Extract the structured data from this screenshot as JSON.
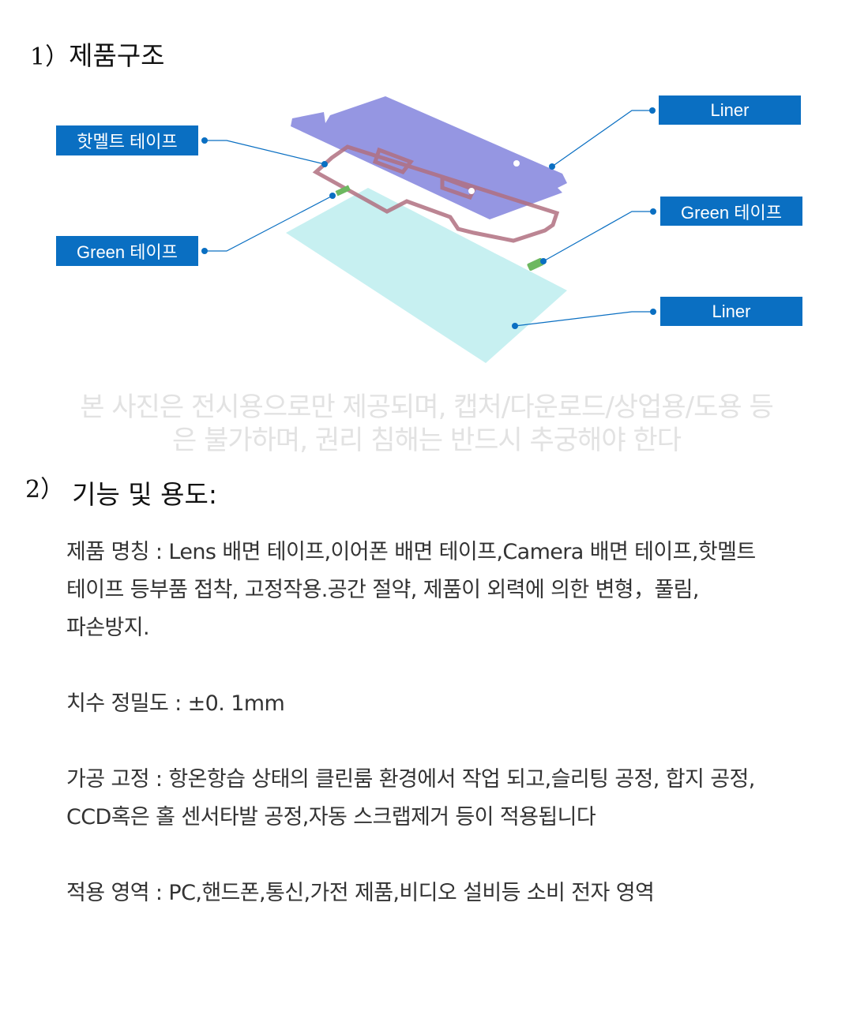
{
  "section1": {
    "num": "1）",
    "title": "제품구조"
  },
  "diagram": {
    "labels": {
      "hotmelt": "핫멜트 테이프",
      "green_left": "Green 테이프",
      "liner_top": "Liner",
      "green_right": "Green 테이프",
      "liner_bottom": "Liner"
    },
    "colors": {
      "label_bg": "#0a6fc2",
      "top_liner": "#8f90e0",
      "hotmelt": "#b07080",
      "bottom_liner": "#c4eff0",
      "green": "#6db860"
    }
  },
  "watermark": {
    "line1": "본 사진은 전시용으로만 제공되며, 캡처/다운로드/상업용/도용 등",
    "line2": "은 불가하며, 권리 침해는 반드시 추궁해야 한다"
  },
  "section2": {
    "num": "2）",
    "title": "기능 및 용도:"
  },
  "details": {
    "name": [
      "제품 명칭 : Lens 배면 테이프,이어폰 배면 테이프,Camera 배면 테이프,핫멜트",
      "테이프 등부품 접착, 고정작용.공간 절약, 제품이 외력에 의한 변형，풀림,",
      "파손방지."
    ],
    "precision": "치수 정밀도 : ±0. 1mm",
    "process": [
      "가공 고정 : 항온항습 상태의 클린룸 환경에서 작업 되고,슬리팅 공정, 합지 공정,",
      "CCD혹은 홀 센서타발 공정,자동 스크랩제거 등이 적용됩니다"
    ],
    "application": "적용 영역 : PC,핸드폰,통신,가전 제품,비디오 설비등 소비 전자 영역"
  }
}
